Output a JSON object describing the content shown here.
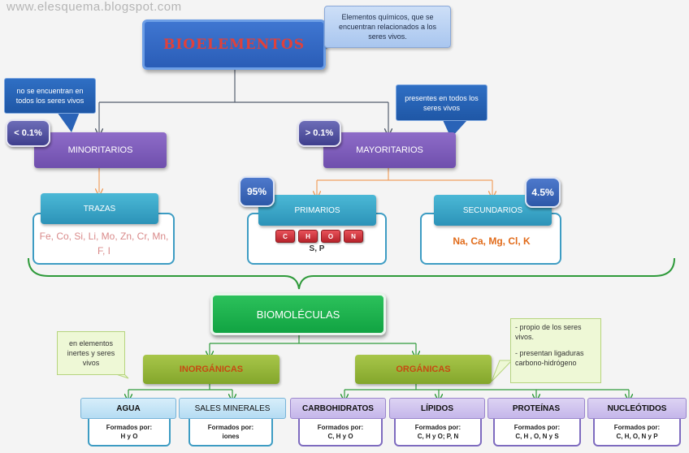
{
  "header": {
    "url": "www.elesquema.blogspot.com"
  },
  "title": "BIOELEMENTOS",
  "title_note": "Elementos químicos, que se encuentran relacionados a los seres vivos.",
  "minoritarios": {
    "label": "MINORITARIOS",
    "percent": "< 0.1%",
    "note": "no se encuentran en todos los seres vivos",
    "trazas": {
      "label": "TRAZAS",
      "elements": "Fe, Co, Si, Li, Mo, Zn, Cr, Mn, F, I"
    }
  },
  "mayoritarios": {
    "label": "MAYORITARIOS",
    "percent": "> 0.1%",
    "note": "presentes en todos los seres vivos",
    "primarios": {
      "label": "PRIMARIOS",
      "percent": "95%",
      "chon": [
        "C",
        "H",
        "O",
        "N"
      ],
      "extra": "S, P"
    },
    "secundarios": {
      "label": "SECUNDARIOS",
      "percent": "4.5%",
      "elements": "Na, Ca, Mg, Cl, K"
    }
  },
  "biomoleculas": {
    "label": "BIOMOLÉCULAS"
  },
  "inorganicas": {
    "label": "INORGÁNICAS",
    "note": "en elementos inertes y seres vivos",
    "items": [
      {
        "label": "AGUA",
        "formed_by": "Formados por:",
        "elements": "H y O"
      },
      {
        "label": "SALES MINERALES",
        "formed_by": "Formados por:",
        "elements": "iones"
      }
    ]
  },
  "organicas": {
    "label": "ORGÁNICAS",
    "note_1": "- propio de los seres vivos.",
    "note_2": "- presentan ligaduras carbono-hidrógeno",
    "items": [
      {
        "label": "CARBOHIDRATOS",
        "formed_by": "Formados por:",
        "elements": "C, H y O"
      },
      {
        "label": "LÍPIDOS",
        "formed_by": "Formados por:",
        "elements": "C, H y O; P, N"
      },
      {
        "label": "PROTEÍNAS",
        "formed_by": "Formados por:",
        "elements": "C, H , O, N y S"
      },
      {
        "label": "NUCLEÓTIDOS",
        "formed_by": "Formados por:",
        "elements": "C, H, O, N y P"
      }
    ]
  },
  "colors": {
    "title_text": "#e0413b",
    "connector": "#555e6e",
    "orange_arrow": "#f0a060",
    "green_brace": "#2e9a3a"
  }
}
